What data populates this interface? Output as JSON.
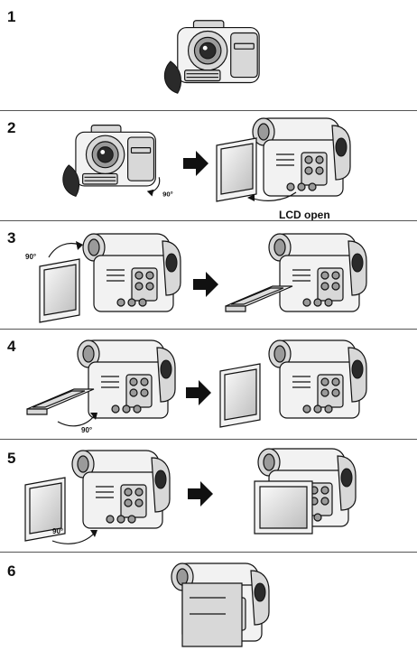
{
  "steps": [
    {
      "number": "1"
    },
    {
      "number": "2",
      "caption": "LCD open",
      "angle": "90°"
    },
    {
      "number": "3",
      "angle": "90°"
    },
    {
      "number": "4",
      "angle": "90°"
    },
    {
      "number": "5",
      "angle": "90°"
    },
    {
      "number": "6"
    }
  ]
}
